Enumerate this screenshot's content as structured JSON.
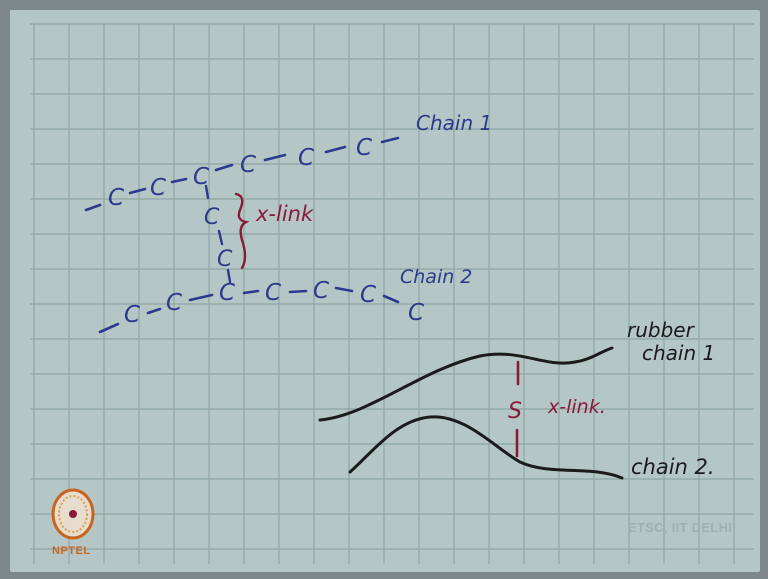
{
  "chain_labels": {
    "chain1": "Chain 1",
    "chain2": "Chain 2"
  },
  "crosslink_label": "x-link",
  "carbon_symbol": "C",
  "rubber": {
    "label_line1": "rubber",
    "label_line2": "chain 1",
    "chain2_label": "chain 2.",
    "sulfur": "S",
    "xlink_label": "x-link."
  },
  "watermark": "ETSC, IIT DELHI",
  "logo_text": "NPTEL",
  "colors": {
    "board": "#b4c7c6",
    "grid": "#8ea6a5",
    "blue_ink": "#2b3a8c",
    "red_ink": "#8a1a3a",
    "black_ink": "#1b1b1b"
  }
}
